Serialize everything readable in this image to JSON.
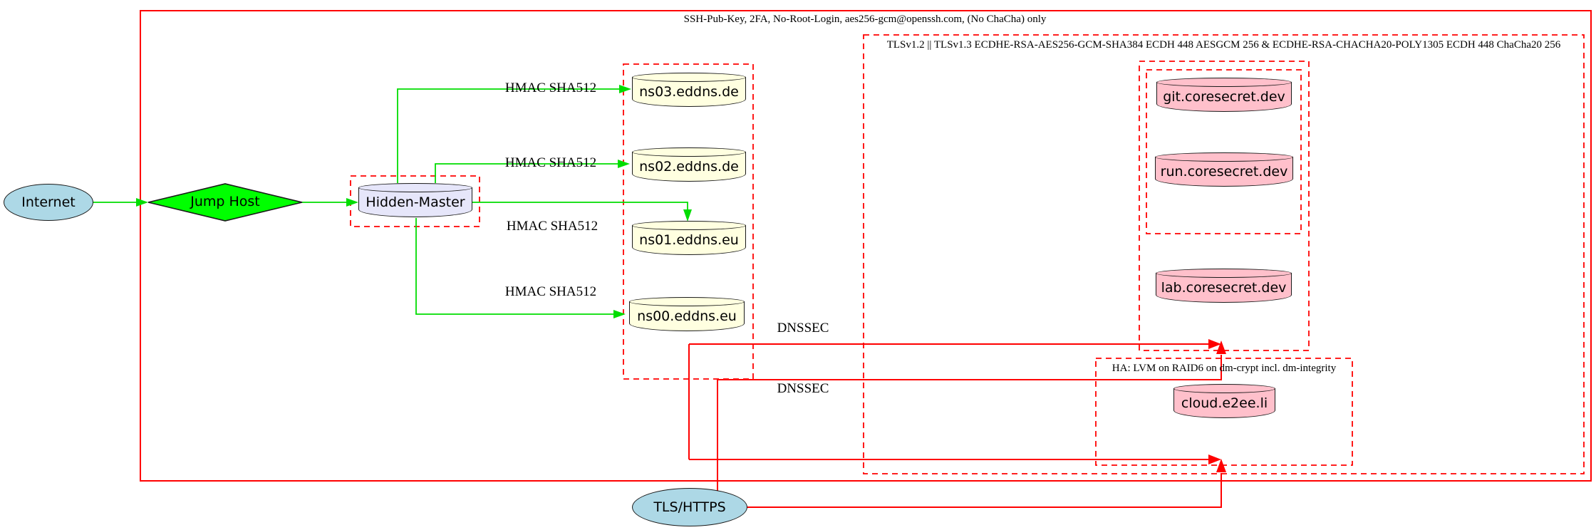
{
  "clusters": {
    "ssh": {
      "label": "SSH-Pub-Key, 2FA, No-Root-Login, aes256-gcm@openssh.com, (No ChaCha) only"
    },
    "tls": {
      "label": "TLSv1.2 || TLSv1.3 ECDHE-RSA-AES256-GCM-SHA384 ECDH 448 AESGCM 256 & ECDHE-RSA-CHACHA20-POLY1305 ECDH 448 ChaCha20 256"
    },
    "ha": {
      "label": "HA: LVM on RAID6 on dm-crypt incl. dm-integrity"
    }
  },
  "nodes": {
    "internet": {
      "label": "Internet",
      "shape": "ellipse",
      "fill": "#add8e6"
    },
    "jump_host": {
      "label": "Jump Host",
      "shape": "diamond",
      "fill": "#00ff00"
    },
    "hidden_master": {
      "label": "Hidden-Master",
      "shape": "cylinder",
      "fill": "#e6e6fa"
    },
    "ns03": {
      "label": "ns03.eddns.de",
      "shape": "cylinder",
      "fill": "#ffffe0"
    },
    "ns02": {
      "label": "ns02.eddns.de",
      "shape": "cylinder",
      "fill": "#ffffe0"
    },
    "ns01": {
      "label": "ns01.eddns.eu",
      "shape": "cylinder",
      "fill": "#ffffe0"
    },
    "ns00": {
      "label": "ns00.eddns.eu",
      "shape": "cylinder",
      "fill": "#ffffe0"
    },
    "git": {
      "label": "git.coresecret.dev",
      "shape": "cylinder",
      "fill": "#ffc0cb"
    },
    "run": {
      "label": "run.coresecret.dev",
      "shape": "cylinder",
      "fill": "#ffc0cb"
    },
    "lab": {
      "label": "lab.coresecret.dev",
      "shape": "cylinder",
      "fill": "#ffc0cb"
    },
    "cloud": {
      "label": "cloud.e2ee.li",
      "shape": "cylinder",
      "fill": "#ffc0cb"
    },
    "tls_https": {
      "label": "TLS/HTTPS",
      "shape": "ellipse",
      "fill": "#add8e6"
    }
  },
  "edge_labels": {
    "hmac": "HMAC SHA512",
    "dnssec": "DNSSEC"
  },
  "colors": {
    "edge_green": "#00dd00",
    "edge_red": "#ff0000",
    "border_red": "#ff0000",
    "node_border": "#1a1a1a",
    "fill_lightblue": "#add8e6",
    "fill_lavender": "#e6e6fa",
    "fill_lightyellow": "#ffffe0",
    "fill_pink": "#ffc0cb",
    "fill_green": "#00ff00"
  }
}
